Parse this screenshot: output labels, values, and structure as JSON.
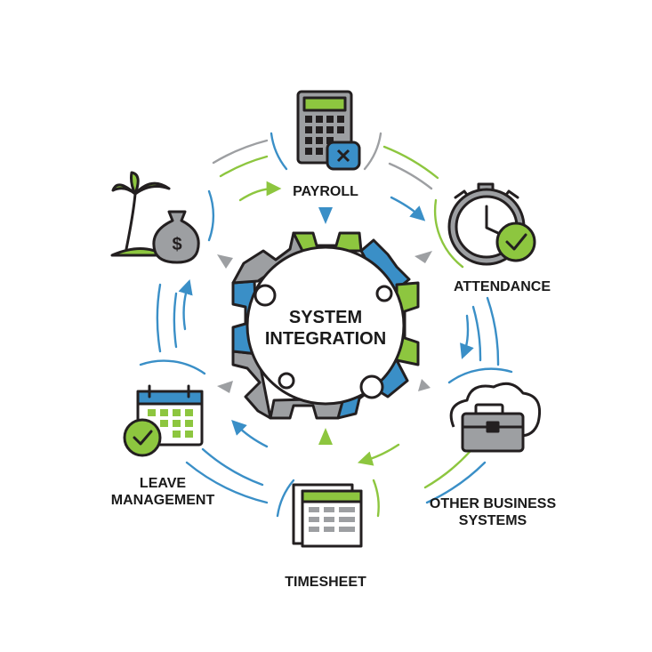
{
  "center": {
    "line1": "SYSTEM",
    "line2": "INTEGRATION"
  },
  "nodes": {
    "payroll": {
      "label": "PAYROLL",
      "icon": "calculator-icon"
    },
    "attendance": {
      "label": "ATTENDANCE",
      "icon": "stopwatch-icon"
    },
    "other": {
      "line1": "OTHER BUSINESS",
      "line2": "SYSTEMS",
      "icon": "briefcase-cloud-icon"
    },
    "timesheet": {
      "label": "TIMESHEET",
      "icon": "timesheet-icon"
    },
    "leave": {
      "line1": "LEAVE",
      "line2": "MANAGEMENT",
      "icon": "calendar-check-icon"
    },
    "benefits": {
      "icon": "palm-tree-money-bag-icon"
    }
  },
  "colors": {
    "green": "#8dc63f",
    "blue": "#3a8fc7",
    "gray": "#9d9fa2",
    "dark": "#231f20"
  }
}
